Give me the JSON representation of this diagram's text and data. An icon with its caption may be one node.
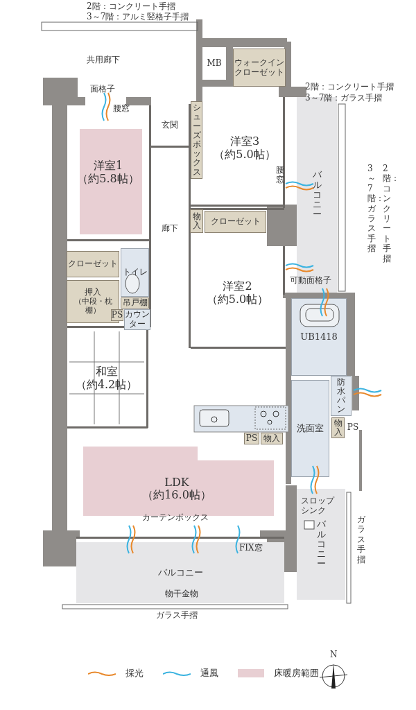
{
  "diagram": {
    "nodes": [
      {
        "text": [
          "MB"
        ]
      },
      {
        "text": [
          "ウォークインクローゼット"
        ]
      },
      {
        "text": [
          "洋室1",
          "（約5.8帖）"
        ]
      },
      {
        "text": [
          "玄関"
        ]
      },
      {
        "text": [
          "シューズボックス"
        ]
      },
      {
        "text": [
          "洋室3",
          "（約5.0帖）"
        ]
      },
      {
        "text": [
          "廊下"
        ]
      },
      {
        "text": [
          "バルコニー"
        ]
      },
      {
        "text": [
          "物入"
        ]
      },
      {
        "text": [
          "クローゼット"
        ]
      },
      {
        "text": [
          "クローゼット"
        ]
      },
      {
        "text": [
          "トイレ"
        ]
      },
      {
        "text": [
          "押入",
          "（中段・枕棚）"
        ]
      },
      {
        "text": [
          "吊戸棚"
        ]
      },
      {
        "text": [
          "PS"
        ]
      },
      {
        "text": [
          "カウンター"
        ]
      },
      {
        "text": [
          "洋室2",
          "（約5.0帖）"
        ]
      },
      {
        "text": [
          "UB1418"
        ]
      },
      {
        "text": [
          "和室",
          "（約4.2帖）"
        ]
      },
      {
        "text": [
          "防水パン"
        ]
      },
      {
        "text": [
          "物入"
        ]
      },
      {
        "text": [
          "PS"
        ]
      },
      {
        "text": [
          "PS"
        ]
      },
      {
        "text": [
          "物入"
        ]
      },
      {
        "text": [
          "洗面室"
        ]
      },
      {
        "text": [
          "LDK",
          "（約16.0帖）"
        ]
      },
      {
        "text": [
          "バルコニー"
        ],
        "beside": [
          "ガラス手摺"
        ]
      },
      {
        "text": [
          "バルコニー"
        ],
        "beside": [
          "ガラス手摺"
        ]
      }
    ],
    "labels": [
      "2階：コンクリート手摺",
      "3～7階：アルミ竪格子手摺",
      "共用廊下",
      "面格子",
      "腰窓",
      "2階：コンクリート手摺",
      "3～7階：ガラス手摺",
      "腰窓",
      "2階：コンクリート手摺",
      "3～7階：ガラス手摺",
      "可動面格子",
      "スロップシンク",
      "カーテンボックス",
      "FIX窓",
      "物干金物",
      "N"
    ],
    "legend": [
      {
        "text": "採光"
      },
      {
        "text": "通風"
      },
      {
        "text": "床暖房範囲",
        "color": "#e8cfd3"
      }
    ]
  }
}
